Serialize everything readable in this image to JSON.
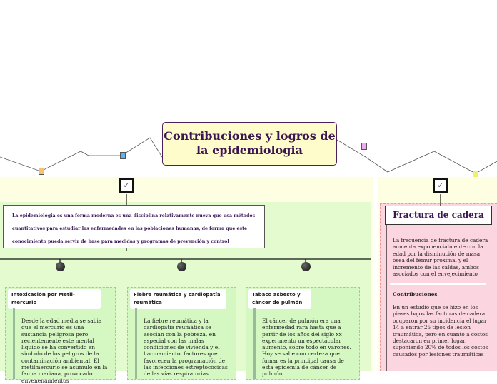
{
  "central": {
    "title": "Contribuciones y logros de la epidemiologia"
  },
  "left": {
    "intro": "La epidemiologia es una forma moderna es una disciplina relativamente nueva que usa métodos cuantitativos para estudiar las enfermedades en las poblaciones humanas, de forma que este conocimiento pueda servir de base para medidas y programas de prevención y control",
    "cards": [
      {
        "title": "Intoxicación por Metil-mercurio",
        "body": "Desde la edad media se sabia que el mercurio es una sustancia peligrosa pero recientemente este mental liquido se ha convertido en simbolo de los peligros de la contaminación ambiental. El metilmercurio se acumulo en la fauna mariana, provocado envenenamientos"
      },
      {
        "title": "Fiebre reumática y cardiopatía reumática",
        "body": "La fiebre reumática y la cardiopatía reumática se asocian con la pobreza, en especial con las malas condiciones de vivienda y el hacinamiento, factores que favorecen la programación de las infecciones estreptocócicas de las vías respiratorias"
      },
      {
        "title": "Tabaco asbesto y cáncer de pulmón",
        "body": "El cáncer de pulmón era una enfermedad rara hasta que a partir de los años del siglo xx experimento un espectacular aumento, sobre todo en varones. Hoy se sabe con certeza que fumar es la principal causa de esta epidemia de cáncer de pulmón."
      }
    ]
  },
  "right": {
    "title": "Fractura de cadera",
    "intro": "La frecuencia de fractura de cadera aumenta exponencialmente con la edad por la disminución de masa ósea del fémur proximal y el incremento de las caídas, ambos asociados con el envejecimiento",
    "subtitle": "Contribuciones",
    "body": "En un estudio que se hizo en los piases bajos las facturas de cadera ocuparon por su incidencia el lugar 14 a entrar 25 tipos de lesión traumática, pero en cuanto a costos destacaron en primer lugar, suponiendo 20% de todos los costos causados por lesiones traumáticas"
  },
  "checks": {
    "mark": "✓"
  },
  "colors": {
    "accent": "#3c1650",
    "green": "#e4fbd0",
    "pink": "#fbd5df"
  }
}
